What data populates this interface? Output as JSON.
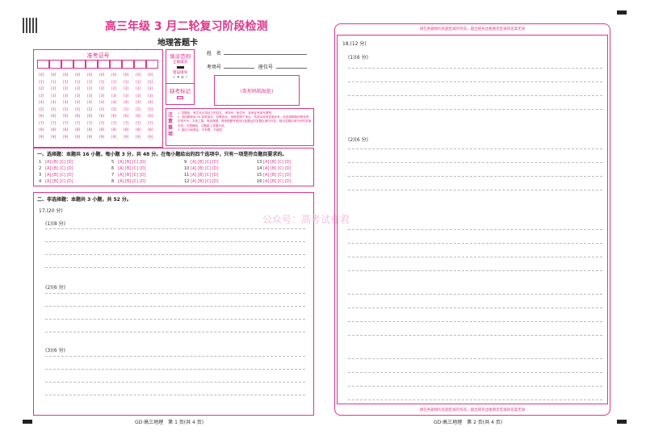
{
  "header": {
    "title": "高三年级 3 月二轮复习阶段检测",
    "subtitle": "地理答题卡"
  },
  "admission": {
    "label": "准考证号",
    "digits": [
      "[0]",
      "[1]",
      "[2]",
      "[3]",
      "[4]",
      "[5]",
      "[6]",
      "[7]",
      "[8]",
      "[9]"
    ]
  },
  "fill_example": {
    "title": "填涂范例",
    "correct": "正确填涂",
    "wrong": "错误填涂",
    "wrong_marks": "✓ ✕ ⊙ ⟋",
    "absent": "缺考标记"
  },
  "student_info": {
    "name_label": "姓　名",
    "room_label": "考场号",
    "seat_label": "座位号",
    "barcode_label": "(条形码粘贴处)"
  },
  "notice": {
    "label": "注意事项",
    "lines": [
      "1. 答题前，考生务必将自己的姓名、考场号、座位号、准考证号填写清楚。",
      "2. 选择题使用 2B 铅笔填涂，如需改动，用橡皮擦干净后，再选涂其他答案标号；非选择题使用黑色签字笔书写，字体工整、笔迹清楚。请按照题号顺序在各题目的答题区域内作答，超出答题区域书写的答案无效；在草稿纸、试题卷上答题无效。",
      "3. 保持卡面清洁，不折叠、不破损。"
    ]
  },
  "section1": {
    "title": "一、选择题：本题共 16 小题，每小题 3 分，共 48 分。在每小题给出的四个选项中，只有一项是符合题目要求的。",
    "options": "[A] [B] [C] [D]",
    "numbers": [
      "1",
      "2",
      "3",
      "4",
      "5",
      "6",
      "7",
      "8",
      "9",
      "10",
      "11",
      "12",
      "13",
      "14",
      "15",
      "16"
    ]
  },
  "section2": {
    "title": "二、非选择题：本题共 3 小题，共 52 分。",
    "q17": "17.(20 分)",
    "q17_1": "(1)(8 分)",
    "q17_2": "(2)(6 分)",
    "q17_3": "(3)(6 分)"
  },
  "right_page": {
    "head_notice": "请在各题目的答题区域内作答，超出矩形边框限定区域的答案无效",
    "foot_notice": "请在各题目的答题区域内作答，超出矩形边框限定区域的答案无效",
    "q18": "18.(12 分)",
    "q18_1": "(1)(6 分)",
    "q18_2": "(2)(6 分)"
  },
  "watermark": "公众号：高考试卷君",
  "footer": {
    "left": "GD·高三地理　第 1 页(共 4 页)",
    "right": "GD·高三地理　第 2 页(共 4 页)"
  }
}
